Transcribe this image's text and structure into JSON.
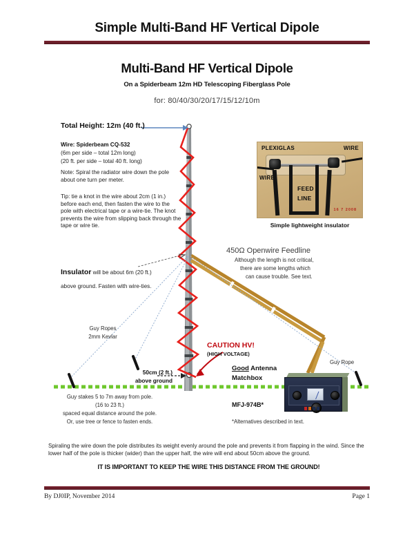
{
  "header": {
    "doc_title": "Simple Multi-Band HF Vertical Dipole"
  },
  "figure": {
    "title": "Multi-Band HF Vertical Dipole",
    "subtitle": "On a Spiderbeam  12m HD Telescoping Fiberglass Pole",
    "bands": "for: 80/40/30/20/17/15/12/10m"
  },
  "annotations": {
    "total_height": "Total Height:  12m (40 ft.)",
    "wire_spec_head": "Wire:  Spiderbeam CQ-532",
    "wire_spec_line1": "(6m per side – total 12m long)",
    "wire_spec_line2": "(20 ft. per side – total 40 ft. long)",
    "wire_note": "Note:  Spiral the radiator wire down the pole about one turn per meter.",
    "tip": "Tip:  tie a knot in the wire about 2cm (1 in.) before each end, then fasten the wire to the pole with electrical tape or a wire-tie.  The knot prevents the wire from slipping back through the tape or wire tie.",
    "insulator_bold": "Insulator",
    "insulator_rest": " will be about 6m (20 ft.) above ground.  Fasten with wire-ties.",
    "guy_rope_left_l1": "Guy Ropes",
    "guy_rope_left_l2": "2mm Kevlar",
    "guy_rope_right": "Guy Rope",
    "above_ground_l1": "50cm (2 ft.)",
    "above_ground_l2": "above ground",
    "guy_stakes_l1": "Guy stakes  5 to 7m away from pole.",
    "guy_stakes_l2": "(16 to 23 ft.)",
    "guy_stakes_l3": "spaced equal distance around the pole.",
    "guy_stakes_l4": "Or, use tree or fence to fasten ends.",
    "feedline_head": "450Ω  Openwire Feedline",
    "feedline_l1": "Although the length is not critical,",
    "feedline_l2": "there are some lengths which",
    "feedline_l3": "can cause trouble.  See text.",
    "caution_head": "CAUTION HV!",
    "caution_sub": "(HIGH VOLTAGE)",
    "matchbox_bold": "Good",
    "matchbox_rest": " Antenna",
    "matchbox_l2": "Matchbox",
    "matchbox_model": "MFJ-974B*",
    "alternatives": "*Alternatives described in text."
  },
  "photo": {
    "label_plexiglas": "PLEXIGLAS",
    "label_wire_right": "WIRE",
    "label_wire_left": "WIRE",
    "label_feed": "FEED",
    "label_line": "LINE",
    "datestamp": "16  7 2008",
    "caption": "Simple lightweight insulator"
  },
  "bottom_note": {
    "paragraph": "Spiraling the wire down the pole distributes its weight evenly around the pole and prevents it from flapping in the wind.   Since the lower half of the pole is thicker (wider) than the upper half, the wire will end about 50cm above the ground.",
    "emphasis": "IT IS IMPORTANT TO KEEP THE WIRE THIS DISTANCE FROM THE GROUND!"
  },
  "footer": {
    "author": "By DJ0IP, November 2014",
    "page": "Page 1"
  },
  "colors": {
    "rule": "#6b1f2a",
    "wire_red": "#e8201c",
    "ground_green": "#6ec72c",
    "feedline_tan": "#b8842a",
    "pole_gray": "#8d9194",
    "guy_blue": "#93aed0"
  }
}
